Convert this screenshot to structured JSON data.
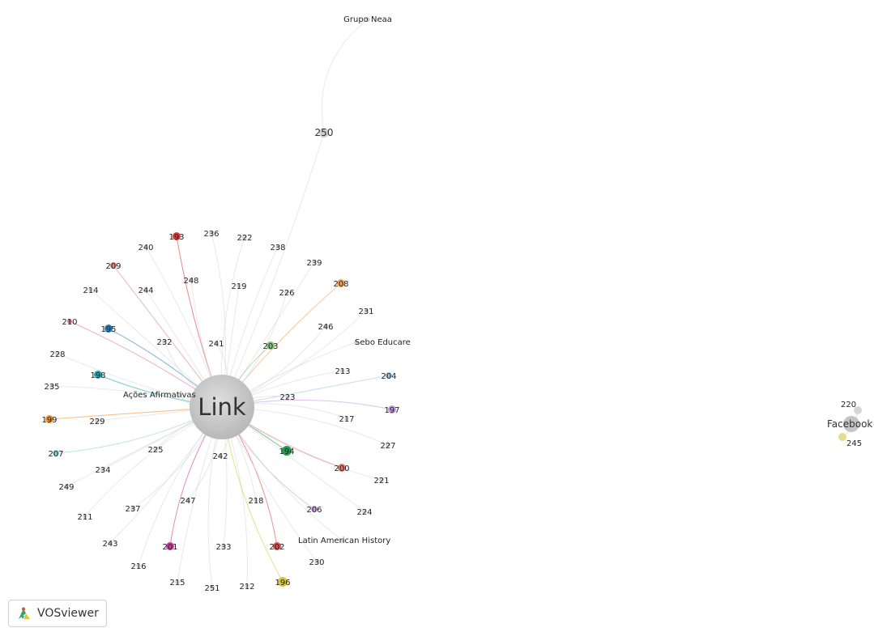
{
  "app": {
    "name": "VOSviewer"
  },
  "network": {
    "nodes": [
      {
        "id": "link",
        "label": "Link",
        "color": "#c4c4c4"
      },
      {
        "id": "grupo_neaa",
        "label": "Grupo Neaa",
        "color": "#d6d6d6"
      },
      {
        "id": "n250",
        "label": "250",
        "color": "#cfcfcf"
      },
      {
        "id": "n193",
        "label": "193",
        "color": "#e03a3a"
      },
      {
        "id": "n236",
        "label": "236",
        "color": "#d6d6d6"
      },
      {
        "id": "n222",
        "label": "222",
        "color": "#d6d6d6"
      },
      {
        "id": "n238",
        "label": "238",
        "color": "#d6d6d6"
      },
      {
        "id": "n240",
        "label": "240",
        "color": "#d6d6d6"
      },
      {
        "id": "n209",
        "label": "209",
        "color": "#d98c7a"
      },
      {
        "id": "n239",
        "label": "239",
        "color": "#d6d6d6"
      },
      {
        "id": "n208",
        "label": "208",
        "color": "#f0a25a"
      },
      {
        "id": "n248",
        "label": "248",
        "color": "#d6d6d6"
      },
      {
        "id": "n219",
        "label": "219",
        "color": "#d6d6d6"
      },
      {
        "id": "n214",
        "label": "214",
        "color": "#d6d6d6"
      },
      {
        "id": "n244",
        "label": "244",
        "color": "#d6d6d6"
      },
      {
        "id": "n226",
        "label": "226",
        "color": "#d6d6d6"
      },
      {
        "id": "n231",
        "label": "231",
        "color": "#d6d6d6"
      },
      {
        "id": "n210",
        "label": "210",
        "color": "#e07080"
      },
      {
        "id": "n195",
        "label": "195",
        "color": "#2a7fc0"
      },
      {
        "id": "n246",
        "label": "246",
        "color": "#d6d6d6"
      },
      {
        "id": "n232",
        "label": "232",
        "color": "#d6d6d6"
      },
      {
        "id": "n241",
        "label": "241",
        "color": "#d6d6d6"
      },
      {
        "id": "n203",
        "label": "203",
        "color": "#7cc77c"
      },
      {
        "id": "sebo",
        "label": "Sebo Educare",
        "color": "#d6d6d6"
      },
      {
        "id": "n228",
        "label": "228",
        "color": "#d6d6d6"
      },
      {
        "id": "n213",
        "label": "213",
        "color": "#d6d6d6"
      },
      {
        "id": "n204",
        "label": "204",
        "color": "#9cc3e8"
      },
      {
        "id": "n198",
        "label": "198",
        "color": "#1ea8b8"
      },
      {
        "id": "n235",
        "label": "235",
        "color": "#d6d6d6"
      },
      {
        "id": "acoes",
        "label": "Ações Afirmativas",
        "color": "#d6d6d6"
      },
      {
        "id": "n223",
        "label": "223",
        "color": "#d6d6d6"
      },
      {
        "id": "n197",
        "label": "197",
        "color": "#c59be0"
      },
      {
        "id": "n199",
        "label": "199",
        "color": "#f0922b"
      },
      {
        "id": "n229",
        "label": "229",
        "color": "#d6d6d6"
      },
      {
        "id": "n217",
        "label": "217",
        "color": "#d6d6d6"
      },
      {
        "id": "n225",
        "label": "225",
        "color": "#d6d6d6"
      },
      {
        "id": "n227",
        "label": "227",
        "color": "#d6d6d6"
      },
      {
        "id": "n207",
        "label": "207",
        "color": "#8ed0dc"
      },
      {
        "id": "n194",
        "label": "194",
        "color": "#1f9e4a"
      },
      {
        "id": "n242",
        "label": "242",
        "color": "#d6d6d6"
      },
      {
        "id": "n200",
        "label": "200",
        "color": "#e07a6a"
      },
      {
        "id": "n234",
        "label": "234",
        "color": "#d6d6d6"
      },
      {
        "id": "n221",
        "label": "221",
        "color": "#d6d6d6"
      },
      {
        "id": "n249",
        "label": "249",
        "color": "#d6d6d6"
      },
      {
        "id": "n237",
        "label": "237",
        "color": "#d6d6d6"
      },
      {
        "id": "n247",
        "label": "247",
        "color": "#d6d6d6"
      },
      {
        "id": "n218",
        "label": "218",
        "color": "#d6d6d6"
      },
      {
        "id": "n206",
        "label": "206",
        "color": "#c7a3dc"
      },
      {
        "id": "n224",
        "label": "224",
        "color": "#d6d6d6"
      },
      {
        "id": "n211",
        "label": "211",
        "color": "#d6d6d6"
      },
      {
        "id": "latam",
        "label": "Latin American History",
        "color": "#d6d6d6"
      },
      {
        "id": "n243",
        "label": "243",
        "color": "#d6d6d6"
      },
      {
        "id": "n201",
        "label": "201",
        "color": "#d03aa0"
      },
      {
        "id": "n233",
        "label": "233",
        "color": "#d6d6d6"
      },
      {
        "id": "n202",
        "label": "202",
        "color": "#e04a4a"
      },
      {
        "id": "n230",
        "label": "230",
        "color": "#d6d6d6"
      },
      {
        "id": "n216",
        "label": "216",
        "color": "#d6d6d6"
      },
      {
        "id": "n215",
        "label": "215",
        "color": "#d6d6d6"
      },
      {
        "id": "n251",
        "label": "251",
        "color": "#d6d6d6"
      },
      {
        "id": "n212",
        "label": "212",
        "color": "#d6d6d6"
      },
      {
        "id": "n196",
        "label": "196",
        "color": "#d8c83a"
      },
      {
        "id": "facebook",
        "label": "Facebook",
        "color": "#c4c4c4"
      },
      {
        "id": "n220",
        "label": "220",
        "color": "#d6d6d6"
      },
      {
        "id": "n245",
        "label": "245",
        "color": "#e3dd90"
      }
    ]
  }
}
